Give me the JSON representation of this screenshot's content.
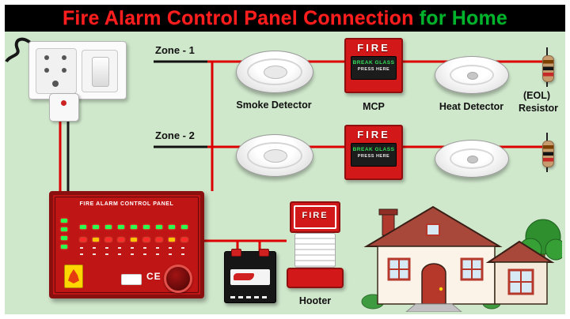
{
  "title": {
    "red_text": "Fire Alarm Control Panel Connection",
    "green_text": " for Home"
  },
  "zones": {
    "zone1_label": "Zone - 1",
    "zone2_label": "Zone - 2"
  },
  "captions": {
    "smoke_detector": "Smoke Detector",
    "mcp": "MCP",
    "heat_detector": "Heat Detector",
    "eol_line1": "(EOL)",
    "eol_line2": "Resistor",
    "hooter": "Hooter"
  },
  "mcp_unit": {
    "title": "FIRE",
    "line1": "BREAK GLASS",
    "line2": "PRESS HERE"
  },
  "hooter_unit": {
    "label": "FIRE"
  },
  "control_panel": {
    "title": "FIRE ALARM CONTROL PANEL",
    "ce_mark": "CE",
    "leds_left": [
      "green",
      "green",
      "green",
      "green"
    ],
    "leds_row1": [
      "green",
      "green",
      "green",
      "green",
      "green",
      "green",
      "green",
      "green",
      "green"
    ],
    "leds_row2": [
      "red",
      "amber",
      "red",
      "red",
      "amber",
      "red",
      "red",
      "amber",
      "red"
    ]
  },
  "colors": {
    "background": "#cfe7cb",
    "title_red": "#ff1e1e",
    "title_green": "#00b32c",
    "wire_red": "#dd0000",
    "panel_red": "#c01515",
    "mcp_red": "#d21818"
  }
}
